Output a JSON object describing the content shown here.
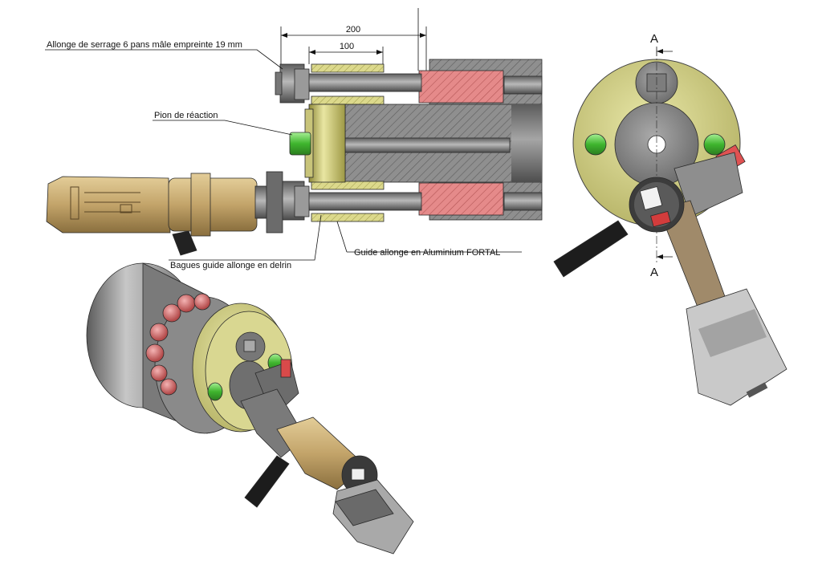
{
  "labels": {
    "allonge": "Allonge de serrage 6 pans mâle empreinte 19 mm",
    "pion": "Pion de réaction",
    "bagues": "Bagues guide allonge en delrin",
    "guide": "Guide allonge  en Aluminium FORTAL"
  },
  "dimensions": {
    "overall": "200",
    "inner": "100"
  },
  "section": {
    "top": "A",
    "bottom": "A"
  },
  "colors": {
    "yellow_part": "#d7d68a",
    "steel": "#8c8c8c",
    "red_part": "#e08080",
    "green_pin": "#4fc43c",
    "tool_body": "#c9b07a"
  }
}
